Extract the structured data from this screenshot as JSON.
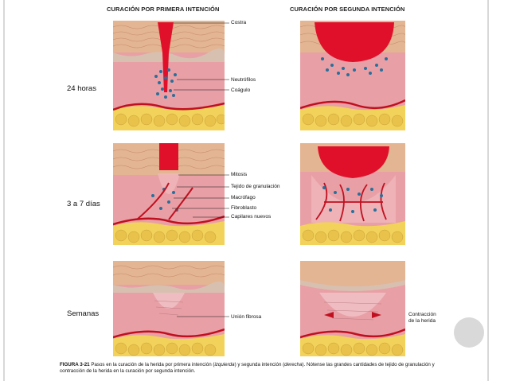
{
  "columns": {
    "primary": "CURACIÓN POR PRIMERA INTENCIÓN",
    "secondary": "CURACIÓN POR SEGUNDA INTENCIÓN"
  },
  "rows": {
    "r1": "24 horas",
    "r2": "3 a 7 días",
    "r3": "Semanas"
  },
  "labels": {
    "costra": "Costra",
    "neutrofilos": "Neutrófilos",
    "coagulo": "Coágulo",
    "mitosis": "Mitosis",
    "tejido": "Tejido de granulación",
    "macrofago": "Macrófago",
    "fibroblasto": "Fibroblasto",
    "capilares": "Capilares nuevos",
    "union": "Unión fibrosa",
    "contraccion_1": "Contracción",
    "contraccion_2": "de la herida"
  },
  "caption": {
    "figure": "FIGURA 3-21",
    "text_a": " Pasos en la curación de la herida por primera intención (",
    "izquierda": "izquierda",
    "text_b": ") y segunda intención (",
    "derecha": "derecha",
    "text_c": "). Nótense las grandes cantidades de tejido de granulación y contracción de la herida en la curación por segunda intención."
  },
  "colors": {
    "dermis": "#e8a0a6",
    "epidermis": "#e3b592",
    "clot": "#e0102a",
    "fat": "#f2d25a",
    "vessel": "#c01020",
    "cell": "#2a6f9a"
  }
}
